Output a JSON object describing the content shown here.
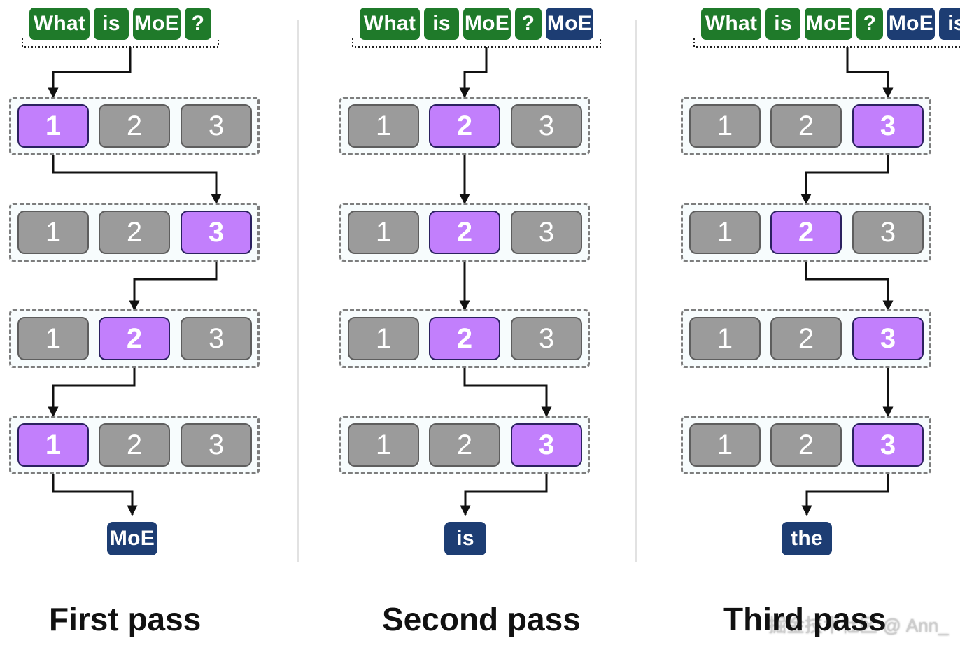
{
  "passes": [
    {
      "label": "First pass",
      "input_tokens": [
        "What",
        "is",
        "MoE",
        "?"
      ],
      "context_tokens": [],
      "layers": [
        {
          "experts": [
            "1",
            "2",
            "3"
          ],
          "active": 1
        },
        {
          "experts": [
            "1",
            "2",
            "3"
          ],
          "active": 3
        },
        {
          "experts": [
            "1",
            "2",
            "3"
          ],
          "active": 2
        },
        {
          "experts": [
            "1",
            "2",
            "3"
          ],
          "active": 1
        }
      ],
      "output_token": "MoE"
    },
    {
      "label": "Second pass",
      "input_tokens": [
        "What",
        "is",
        "MoE",
        "?"
      ],
      "context_tokens": [
        "MoE"
      ],
      "layers": [
        {
          "experts": [
            "1",
            "2",
            "3"
          ],
          "active": 2
        },
        {
          "experts": [
            "1",
            "2",
            "3"
          ],
          "active": 2
        },
        {
          "experts": [
            "1",
            "2",
            "3"
          ],
          "active": 2
        },
        {
          "experts": [
            "1",
            "2",
            "3"
          ],
          "active": 3
        }
      ],
      "output_token": "is"
    },
    {
      "label": "Third pass",
      "input_tokens": [
        "What",
        "is",
        "MoE",
        "?"
      ],
      "context_tokens": [
        "MoE",
        "is"
      ],
      "layers": [
        {
          "experts": [
            "1",
            "2",
            "3"
          ],
          "active": 3
        },
        {
          "experts": [
            "1",
            "2",
            "3"
          ],
          "active": 2
        },
        {
          "experts": [
            "1",
            "2",
            "3"
          ],
          "active": 3
        },
        {
          "experts": [
            "1",
            "2",
            "3"
          ],
          "active": 3
        }
      ],
      "output_token": "the"
    }
  ],
  "watermark": "掘金技术社区 @ Ann_",
  "colors": {
    "input_token": "#1f7a2a",
    "generated_token": "#1d3d73",
    "active_expert": "#c27ffc",
    "inactive_expert": "#9b9b9b",
    "layer_background": "#f7fcfd"
  }
}
